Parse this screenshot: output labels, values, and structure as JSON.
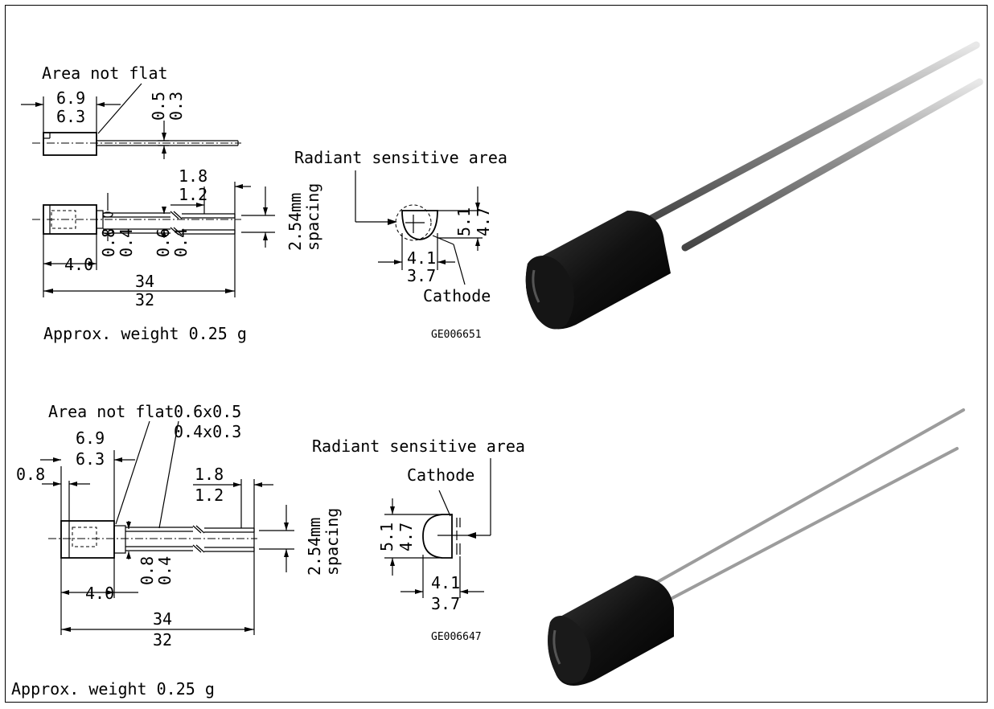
{
  "top_drawing": {
    "area_label": "Area not flat",
    "dim_len_max": "6.9",
    "dim_len_min": "6.3",
    "dim_thk_max": "0.5",
    "dim_thk_min": "0.3",
    "dim_lead_max": "1.8",
    "dim_lead_min": "1.2",
    "dim_pitch_a": "2.54mm",
    "dim_pitch_b": "spacing",
    "dim_w1_max": "0.8",
    "dim_w1_min": "0.4",
    "dim_w2_max": "0.6",
    "dim_w2_min": "0.4",
    "dim_body": "4.0",
    "dim_total_max": "34",
    "dim_total_min": "32",
    "sensitive_label": "Radiant sensitive area",
    "dim_h_max": "5.1",
    "dim_h_min": "4.7",
    "dim_d_max": "4.1",
    "dim_d_min": "3.7",
    "cathode_label": "Cathode",
    "weight_label": "Approx. weight 0.25 g",
    "code": "GE006651"
  },
  "bottom_drawing": {
    "area_label": "Area not flat",
    "dim_lead_sec_max": "0.6x0.5",
    "dim_lead_sec_min": "0.4x0.3",
    "dim_len_max": "6.9",
    "dim_len_min": "6.3",
    "dim_offset": "0.8",
    "dim_lead_max": "1.8",
    "dim_lead_min": "1.2",
    "dim_pitch_a": "2.54mm",
    "dim_pitch_b": "spacing",
    "dim_w1_max": "0.8",
    "dim_w1_min": "0.4",
    "dim_body": "4.0",
    "dim_total_max": "34",
    "dim_total_min": "32",
    "sensitive_label": "Radiant sensitive area",
    "cathode_label": "Cathode",
    "dim_h_max": "5.1",
    "dim_h_min": "4.7",
    "dim_d_max": "4.1",
    "dim_d_min": "3.7",
    "code": "GE006647",
    "weight_label": "Approx. weight 0.25 g"
  }
}
